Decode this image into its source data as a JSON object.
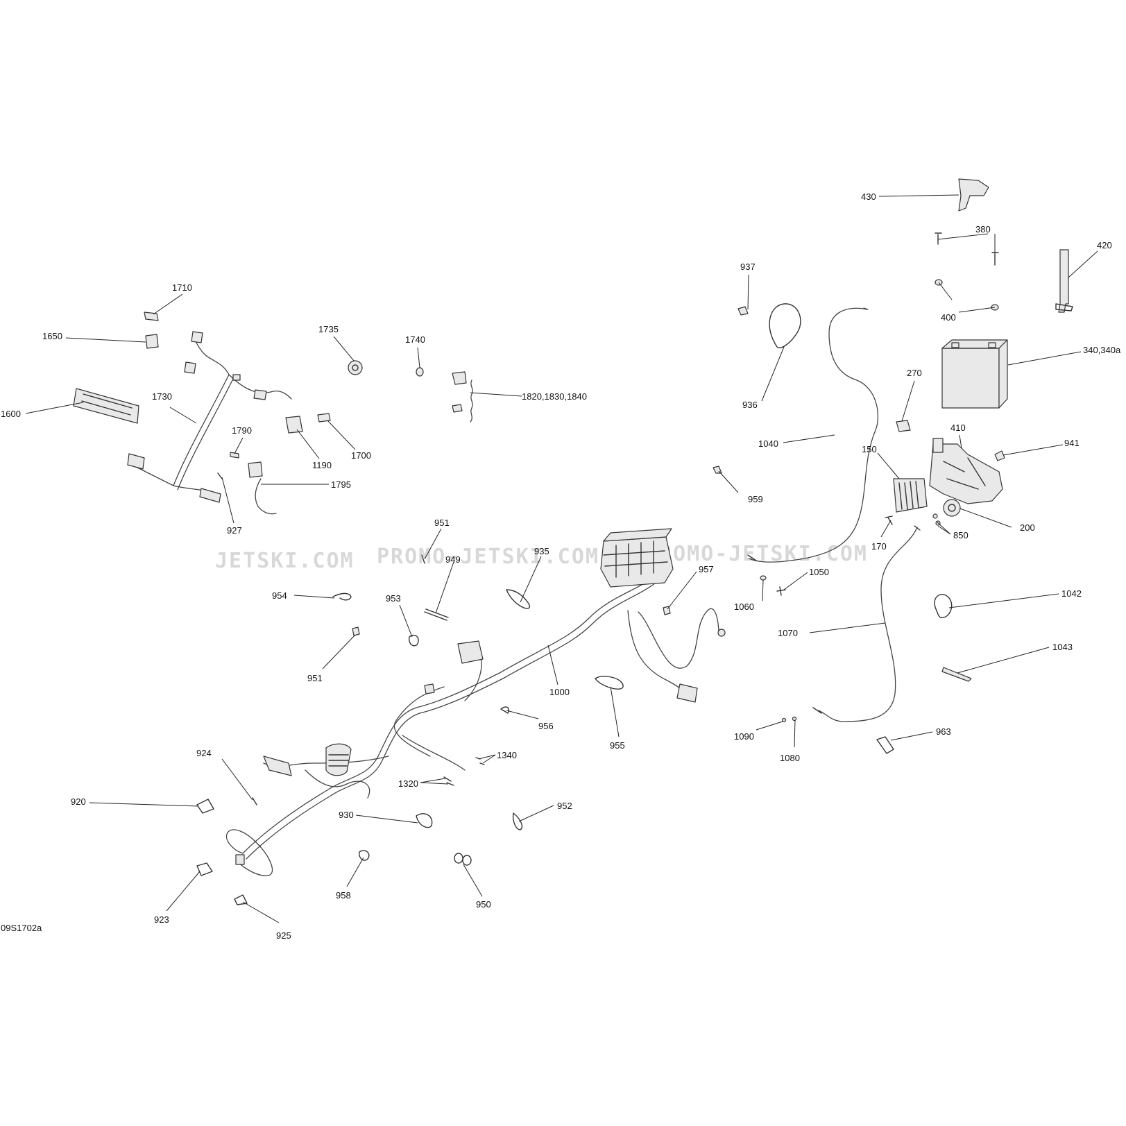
{
  "diagram": {
    "code": "09S1702a",
    "watermark_left": "JETSKI.COM",
    "watermark_mid": "PROMO-JETSKI.COM",
    "watermark_right": "PROMO-JETSKI.COM",
    "callouts": [
      {
        "id": "430",
        "text": "430"
      },
      {
        "id": "380",
        "text": "380"
      },
      {
        "id": "420",
        "text": "420"
      },
      {
        "id": "400",
        "text": "400"
      },
      {
        "id": "937",
        "text": "937"
      },
      {
        "id": "340",
        "text": "340,340a"
      },
      {
        "id": "270",
        "text": "270"
      },
      {
        "id": "1710",
        "text": "1710"
      },
      {
        "id": "1650",
        "text": "1650"
      },
      {
        "id": "1735",
        "text": "1735"
      },
      {
        "id": "1740",
        "text": "1740"
      },
      {
        "id": "1820",
        "text": "1820,1830,1840"
      },
      {
        "id": "936",
        "text": "936"
      },
      {
        "id": "1730",
        "text": "1730"
      },
      {
        "id": "1600",
        "text": "1600"
      },
      {
        "id": "1790",
        "text": "1790"
      },
      {
        "id": "1700",
        "text": "1700"
      },
      {
        "id": "1190",
        "text": "1190"
      },
      {
        "id": "1795",
        "text": "1795"
      },
      {
        "id": "1040",
        "text": "1040"
      },
      {
        "id": "410",
        "text": "410"
      },
      {
        "id": "941",
        "text": "941"
      },
      {
        "id": "150",
        "text": "150"
      },
      {
        "id": "959",
        "text": "959"
      },
      {
        "id": "927",
        "text": "927"
      },
      {
        "id": "200",
        "text": "200"
      },
      {
        "id": "951a",
        "text": "951"
      },
      {
        "id": "850",
        "text": "850"
      },
      {
        "id": "935",
        "text": "935"
      },
      {
        "id": "949",
        "text": "949"
      },
      {
        "id": "170",
        "text": "170"
      },
      {
        "id": "957",
        "text": "957"
      },
      {
        "id": "1050",
        "text": "1050"
      },
      {
        "id": "954",
        "text": "954"
      },
      {
        "id": "953",
        "text": "953"
      },
      {
        "id": "1042",
        "text": "1042"
      },
      {
        "id": "1060",
        "text": "1060"
      },
      {
        "id": "1070",
        "text": "1070"
      },
      {
        "id": "1043",
        "text": "1043"
      },
      {
        "id": "951b",
        "text": "951"
      },
      {
        "id": "1000",
        "text": "1000"
      },
      {
        "id": "956",
        "text": "956"
      },
      {
        "id": "955",
        "text": "955"
      },
      {
        "id": "963",
        "text": "963"
      },
      {
        "id": "1090",
        "text": "1090"
      },
      {
        "id": "1080",
        "text": "1080"
      },
      {
        "id": "924",
        "text": "924"
      },
      {
        "id": "1340",
        "text": "1340"
      },
      {
        "id": "1320",
        "text": "1320"
      },
      {
        "id": "920",
        "text": "920"
      },
      {
        "id": "952",
        "text": "952"
      },
      {
        "id": "930",
        "text": "930"
      },
      {
        "id": "958",
        "text": "958"
      },
      {
        "id": "950",
        "text": "950"
      },
      {
        "id": "923",
        "text": "923"
      },
      {
        "id": "925",
        "text": "925"
      }
    ]
  }
}
